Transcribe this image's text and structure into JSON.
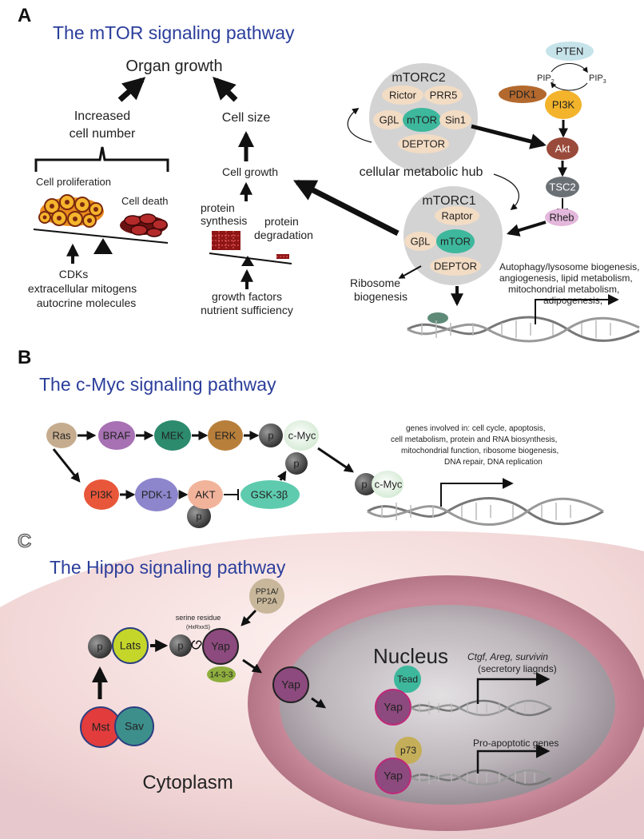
{
  "panels": {
    "a": {
      "letter": "A",
      "title": "The mTOR signaling pathway",
      "organ_growth": "Organ growth",
      "increased_line1": "Increased",
      "increased_line2": "cell number",
      "cell_size": "Cell size",
      "cell_growth": "Cell growth",
      "cell_proliferation": "Cell proliferation",
      "cell_death": "Cell death",
      "cdks": "CDKs",
      "mitogens": "extracellular mitogens",
      "autocrine": "autocrine molecules",
      "protein_synth_1": "protein",
      "protein_synth_2": "synthesis",
      "protein_deg_1": "protein",
      "protein_deg_2": "degradation",
      "growth_factors": "growth factors",
      "nutrient": "nutrient sufficiency",
      "mtorc2": "mTORC2",
      "rictor": "Rictor",
      "prr5": "PRR5",
      "gbl": "GβL",
      "mtor": "mTOR",
      "sin1": "Sin1",
      "deptor": "DEPTOR",
      "hub": "cellular metabolic hub",
      "mtorc1": "mTORC1",
      "raptor": "Raptor",
      "pten": "PTEN",
      "pip": "PIP",
      "pip2_sub": "2",
      "pip3_sub": "3",
      "pdk1": "PDK1",
      "pi3k": "PI3K",
      "akt": "Akt",
      "tsc2": "TSC2",
      "rheb": "Rheb",
      "ribosome_1": "Ribosome",
      "ribosome_2": "biogenesis",
      "targets": [
        "Autophagy/lysosome biogenesis,",
        "angiogenesis, lipid metabolism,",
        "mitochondrial metabolism,",
        "adipogenesis,"
      ]
    },
    "b": {
      "letter": "B",
      "title": "The c-Myc signaling pathway",
      "ras": "Ras",
      "braf": "BRAF",
      "mek": "MEK",
      "erk": "ERK",
      "p": "p",
      "cmyc": "c-Myc",
      "pi3k": "PI3K",
      "pdk1": "PDK-1",
      "akt": "AKT",
      "gsk": "GSK-3β",
      "genes": [
        "genes involved in:  cell cycle, apoptosis,",
        "cell metabolism, protein and RNA biosynthesis,",
        "mitochondrial function, ribosome biogenesis,",
        "DNA repair, DNA replication"
      ]
    },
    "c": {
      "letter": "C",
      "title": "The Hippo signaling pathway",
      "p": "p",
      "lats": "Lats",
      "yap": "Yap",
      "serine_1": "serine residue",
      "serine_2": "(HxRxxS)",
      "pp1a_1": "PP1A/",
      "pp1a_2": "PP2A",
      "f1433": "14-3-3",
      "mst": "Mst",
      "sav": "Sav",
      "nucleus": "Nucleus",
      "cytoplasm": "Cytoplasm",
      "tead": "Tead",
      "p73": "p73",
      "ctgf_genes": "Ctgf, Areg, survivin",
      "secretory": "(secretory liagnds)",
      "pro_apoptotic": "Pro-apoptotic genes"
    }
  },
  "colors": {
    "title_blue": "#2b3e9b",
    "complex_gray": "#d3d3d3",
    "mtor_green": "#3db89d",
    "subunit_beige": "#f3dcc4",
    "pten_blue": "#c6e3ea",
    "pdk1_brown": "#b3692e",
    "pi3k_yellow": "#f3b32b",
    "akt_brown": "#9a4a3a",
    "tsc2_gray": "#6b7075",
    "rheb_pink": "#e4b7dc",
    "ras_tan": "#c6ac8e",
    "braf_purple": "#a771b3",
    "mek_teal": "#2c8a6d",
    "erk_ochre": "#b87f3b",
    "pi3k_red": "#e9573a",
    "pdk1_lilac": "#8d86cc",
    "akt_peach": "#f2b39b",
    "gsk_mint": "#5ecbae",
    "lats_lime": "#c5d62b",
    "yap_purple": "#8d4a7e",
    "mst_red": "#e23c3c",
    "sav_teal": "#3d8f8c",
    "tead_teal": "#3db89d",
    "p73_olive": "#c5ae59",
    "f1433_green": "#8fae3e",
    "pp_tan": "#c8b79a"
  }
}
